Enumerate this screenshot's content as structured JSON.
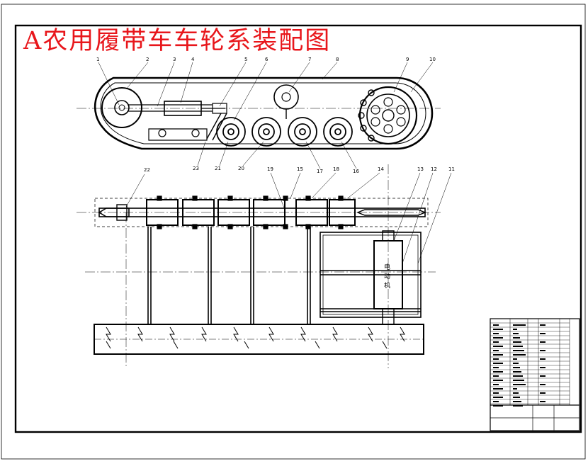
{
  "drawing": {
    "title": "A农用履带车车轮系装配图",
    "motor_label": "电动机",
    "colors": {
      "title": "#e8161b",
      "line": "#000000"
    },
    "part_numbers_top": [
      "1",
      "2",
      "3",
      "4",
      "5",
      "6",
      "7",
      "8",
      "9",
      "10"
    ],
    "part_numbers_bottom": [
      "23",
      "21",
      "20",
      "17",
      "16"
    ],
    "part_numbers_plan": [
      "22",
      "19",
      "15",
      "18",
      "14",
      "13",
      "12",
      "11"
    ]
  }
}
